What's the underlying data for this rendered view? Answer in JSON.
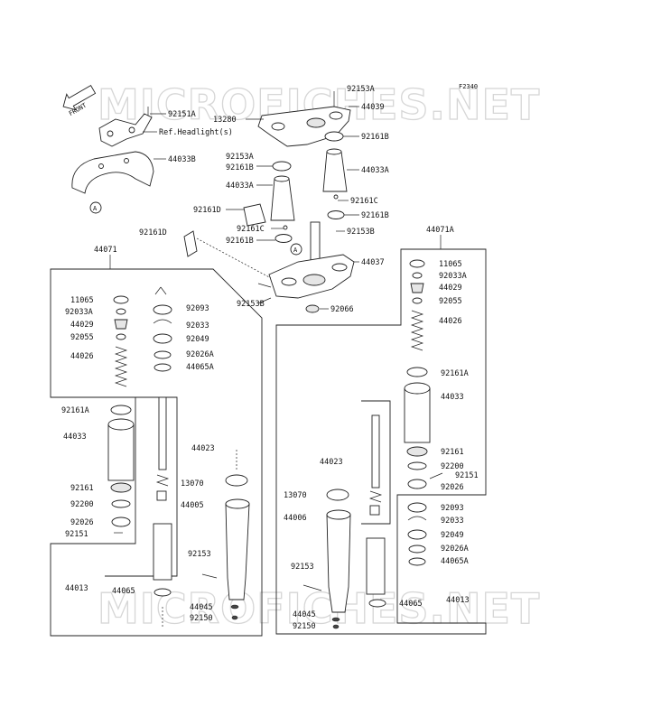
{
  "diagram": {
    "figure_code": "F2340",
    "watermark": "MICROFICHES.NET",
    "front_label": "FRONT",
    "ref_note": "Ref.Headlight(s)",
    "ref_marker": "A",
    "upper_labels": [
      "92153A",
      "44039",
      "13280",
      "92151A",
      "92161B",
      "92153A",
      "92161B",
      "44033A",
      "44033B",
      "44033A",
      "92161C",
      "92161B",
      "92161D",
      "92161C",
      "92161B",
      "92153B",
      "44037",
      "92153B",
      "92066",
      "92161D"
    ],
    "left_assembly": {
      "title": "44071",
      "labels": [
        "11065",
        "92033A",
        "44029",
        "92055",
        "44026",
        "92093",
        "92033",
        "92049",
        "92026A",
        "44065A",
        "92161A",
        "44033",
        "44023",
        "92161",
        "92200",
        "13070",
        "44005",
        "92026",
        "92151",
        "92153",
        "44013",
        "44065",
        "44045",
        "92150"
      ]
    },
    "right_assembly": {
      "title": "44071A",
      "labels": [
        "11065",
        "92033A",
        "44029",
        "92055",
        "44026",
        "92161A",
        "44033",
        "44023",
        "92161",
        "92200",
        "92151",
        "92026",
        "13070",
        "92093",
        "44006",
        "92033",
        "92049",
        "92026A",
        "44065A",
        "92153",
        "44065",
        "44013",
        "44045",
        "92150"
      ]
    }
  }
}
